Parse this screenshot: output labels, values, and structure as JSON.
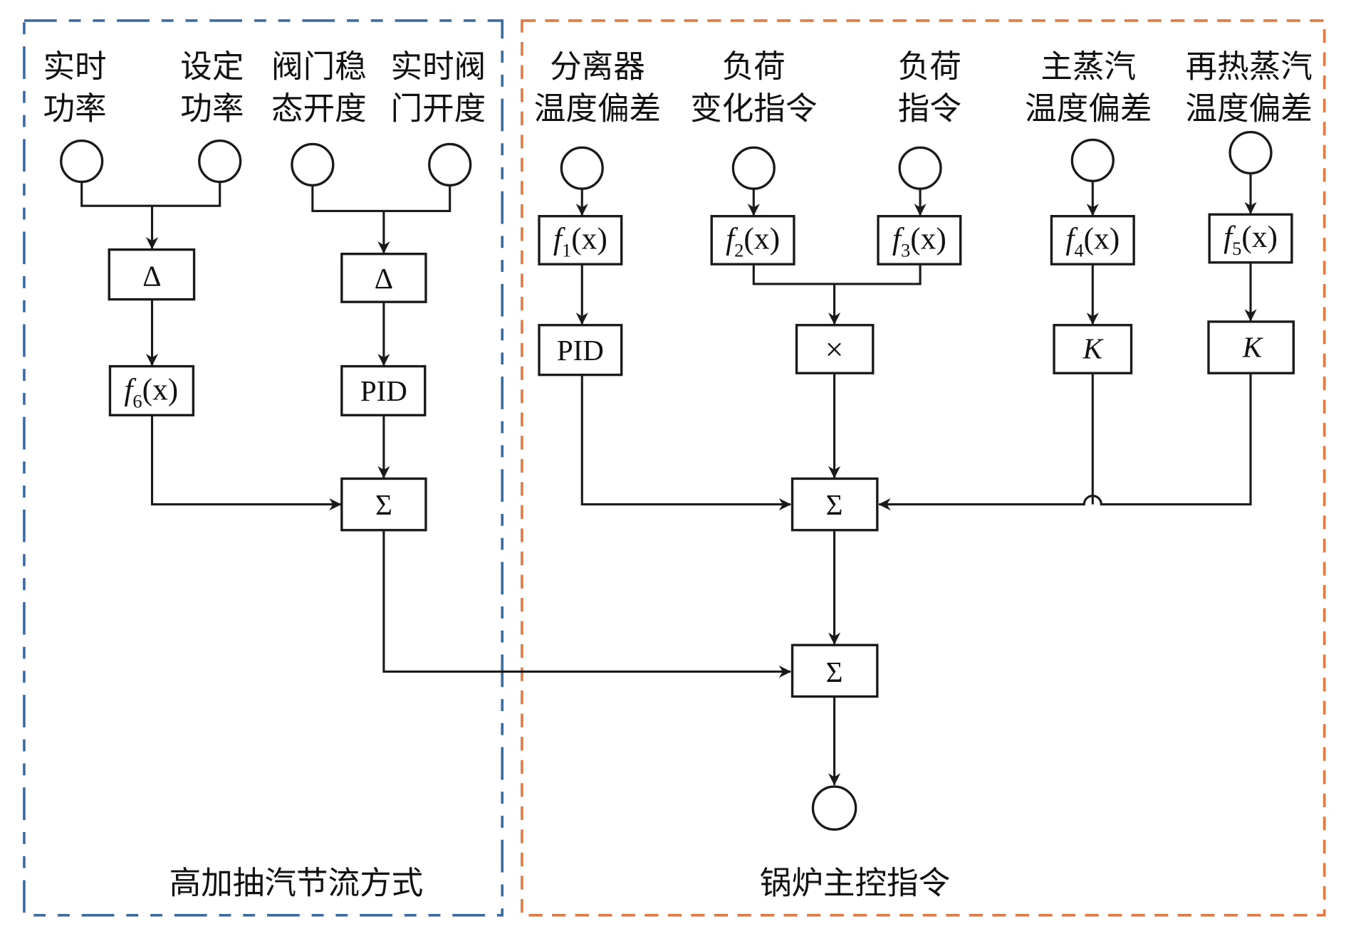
{
  "diagram": {
    "left_group": {
      "title": "高加抽汽节流方式",
      "border_color": "#3d6aa0",
      "inputs": [
        {
          "line1": "实时",
          "line2": "功率"
        },
        {
          "line1": "设定",
          "line2": "功率"
        },
        {
          "line1": "阀门稳",
          "line2": "态开度"
        },
        {
          "line1": "实时阀",
          "line2": "门开度"
        }
      ],
      "blocks": {
        "delta1": "Δ",
        "delta2": "Δ",
        "f6": {
          "f": "f",
          "sub": "6",
          "arg": "(x)"
        },
        "pid": "PID",
        "sum": "Σ"
      }
    },
    "right_group": {
      "title": "锅炉主控指令",
      "border_color": "#e07a45",
      "inputs": [
        {
          "line1": "分离器",
          "line2": "温度偏差"
        },
        {
          "line1": "负荷",
          "line2": "变化指令"
        },
        {
          "line1": "负荷",
          "line2": "指令"
        },
        {
          "line1": "主蒸汽",
          "line2": "温度偏差"
        },
        {
          "line1": "再热蒸汽",
          "line2": "温度偏差"
        }
      ],
      "blocks": {
        "f1": {
          "f": "f",
          "sub": "1",
          "arg": "(x)"
        },
        "f2": {
          "f": "f",
          "sub": "2",
          "arg": "(x)"
        },
        "f3": {
          "f": "f",
          "sub": "3",
          "arg": "(x)"
        },
        "f4": {
          "f": "f",
          "sub": "4",
          "arg": "(x)"
        },
        "f5": {
          "f": "f",
          "sub": "5",
          "arg": "(x)"
        },
        "pid": "PID",
        "mult": "×",
        "k1": "K",
        "k2": "K",
        "sum": "Σ",
        "final_sum": "Σ"
      }
    },
    "line_color": "#1a1a1a"
  }
}
